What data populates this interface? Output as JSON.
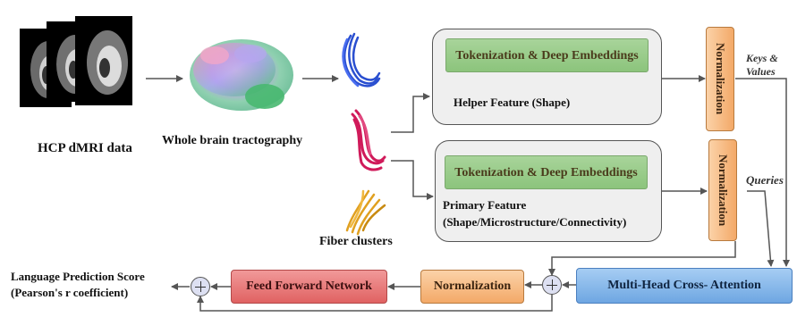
{
  "inputs": {
    "dmri_label": "HCP dMRI data",
    "tractography_label": "Whole brain tractography",
    "fiber_label": "Fiber clusters"
  },
  "helper": {
    "token_label": "Tokenization & Deep Embeddings",
    "feature_label": "Helper Feature (Shape)"
  },
  "primary": {
    "token_label": "Tokenization & Deep Embeddings",
    "feature_line1": "Primary Feature",
    "feature_line2": "(Shape/Microstructure/Connectivity)"
  },
  "normalization_label": "Normalization",
  "keys_values_line1": "Keys &",
  "keys_values_line2": "Values",
  "queries_label": "Queries",
  "attention_label": "Multi-Head Cross- Attention",
  "ffn_label": "Feed Forward Network",
  "output_line1": "Language Prediction Score",
  "output_line2": "(Pearson's r coefficient)",
  "colors": {
    "token_green": "#8cc47c",
    "norm_orange": "#f3a968",
    "ffn_red": "#e06262",
    "attention_blue": "#6ea6e2",
    "fiber_blue": "#2a4fd0",
    "fiber_red": "#d01a5a",
    "fiber_yellow": "#e0a020"
  }
}
